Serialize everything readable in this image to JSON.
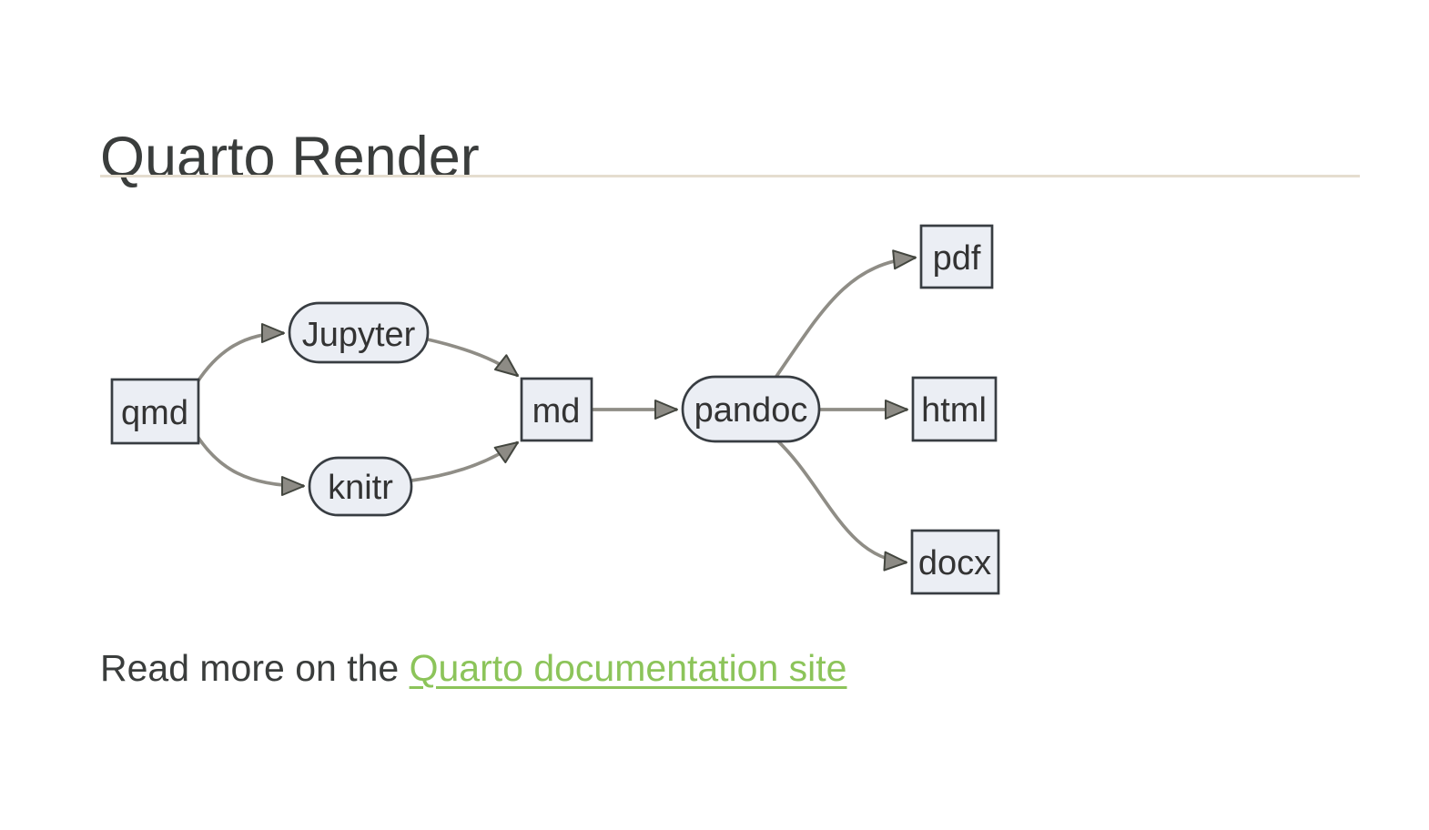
{
  "slide": {
    "title": "Quarto Render",
    "footer": {
      "prefix": "Read more on the ",
      "link_text": "Quarto documentation site"
    }
  },
  "colors": {
    "heading_text": "#3a3d3c",
    "body_text": "#3a3d3c",
    "divider": "#e5ddcf",
    "link_green": "#8cc45a",
    "node_fill": "#ebeef4",
    "node_border": "#383d42",
    "node_text": "#333333",
    "edge_line": "#8f8d86",
    "arrow_fill": "#8d8b85",
    "arrow_outline": "#43463f"
  },
  "diagram": {
    "type": "flowchart",
    "direction": "left-to-right",
    "nodes": [
      {
        "id": "qmd",
        "label": "qmd",
        "shape": "rectangle"
      },
      {
        "id": "jupyter",
        "label": "Jupyter",
        "shape": "stadium"
      },
      {
        "id": "knitr",
        "label": "knitr",
        "shape": "stadium"
      },
      {
        "id": "md",
        "label": "md",
        "shape": "rectangle"
      },
      {
        "id": "pandoc",
        "label": "pandoc",
        "shape": "stadium"
      },
      {
        "id": "pdf",
        "label": "pdf",
        "shape": "rectangle"
      },
      {
        "id": "html",
        "label": "html",
        "shape": "rectangle"
      },
      {
        "id": "docx",
        "label": "docx",
        "shape": "rectangle"
      }
    ],
    "edges": [
      {
        "from": "qmd",
        "to": "jupyter"
      },
      {
        "from": "qmd",
        "to": "knitr"
      },
      {
        "from": "jupyter",
        "to": "md"
      },
      {
        "from": "knitr",
        "to": "md"
      },
      {
        "from": "md",
        "to": "pandoc"
      },
      {
        "from": "pandoc",
        "to": "pdf"
      },
      {
        "from": "pandoc",
        "to": "html"
      },
      {
        "from": "pandoc",
        "to": "docx"
      }
    ]
  }
}
